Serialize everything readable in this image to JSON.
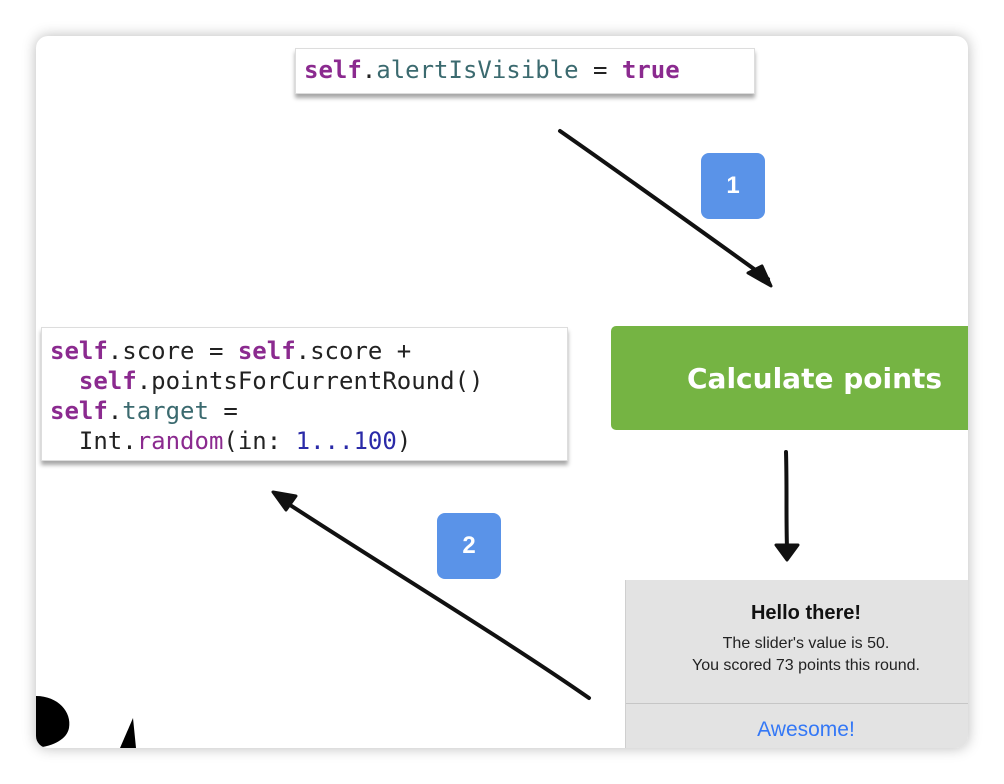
{
  "code_top": {
    "kw_self": "self",
    "dot": ".",
    "prop": "alertIsVisible",
    "op": " = ",
    "kw_true": "true"
  },
  "code_left": {
    "self": "self",
    "dot": ".",
    "score": "score",
    "eq": " = ",
    "plus": " +",
    "indent": "  ",
    "points_call": "pointsForCurrentRound()",
    "target": "target",
    "eq_end": " =",
    "int": "Int.",
    "random": "random",
    "paren_open": "(in: ",
    "range": "1...100",
    "paren_close": ")"
  },
  "badges": {
    "one": "1",
    "two": "2"
  },
  "button": {
    "label": "Calculate points"
  },
  "alert": {
    "title": "Hello there!",
    "message_line1": "The slider's value is 50.",
    "message_line2": "You scored 73 points this round.",
    "action": "Awesome!"
  },
  "colors": {
    "button_green": "#75b443",
    "badge_blue": "#5a93e8",
    "keyword_purple": "#8b2a8f",
    "alert_link_blue": "#3478f6"
  }
}
